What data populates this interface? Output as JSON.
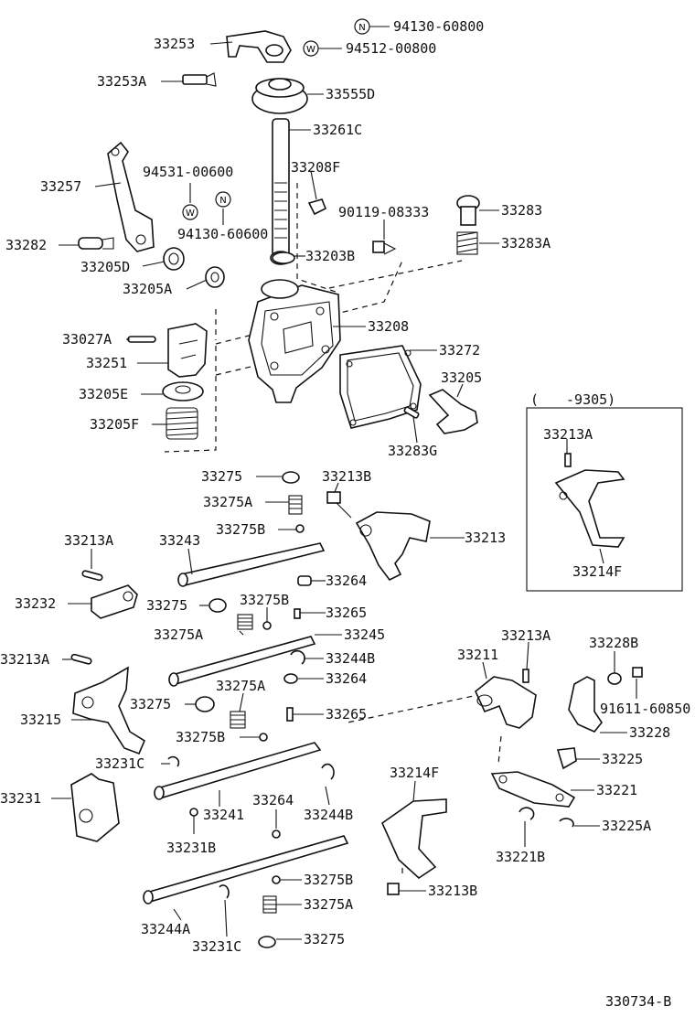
{
  "diagram": {
    "code": "330734-B",
    "period_note": "(　　-9305)",
    "labels": {
      "n94130_60800": "94130-60800",
      "n94512_00800": "94512-00800",
      "p33253": "33253",
      "p33253A": "33253A",
      "p33555D": "33555D",
      "p33261C": "33261C",
      "p33257": "33257",
      "n94531_00600": "94531-00600",
      "p33208F": "33208F",
      "n94130_60600": "94130-60600",
      "n90119_08333": "90119-08333",
      "p33283": "33283",
      "p33282": "33282",
      "p33283A": "33283A",
      "p33205D": "33205D",
      "p33203B": "33203B",
      "p33205A": "33205A",
      "p33027A": "33027A",
      "p33208": "33208",
      "p33251": "33251",
      "p33272": "33272",
      "p33205": "33205",
      "p33205E": "33205E",
      "p33205F": "33205F",
      "p33283G": "33283G",
      "p33213A_box": "33213A",
      "p33275_a": "33275",
      "p33213B_a": "33213B",
      "p33275A_a": "33275A",
      "p33275B_a": "33275B",
      "p33213": "33213",
      "p33213A_a": "33213A",
      "p33243": "33243",
      "p33214F_box": "33214F",
      "p33264_a": "33264",
      "p33232": "33232",
      "p33275_b": "33275",
      "p33275B_b": "33275B",
      "p33265_a": "33265",
      "p33275A_b": "33275A",
      "p33245": "33245",
      "p33213A_b": "33213A",
      "p33244B_a": "33244B",
      "p33211": "33211",
      "p33213A_c": "33213A",
      "p33228B": "33228B",
      "p33264_b": "33264",
      "p33275A_c": "33275A",
      "p33275_c": "33275",
      "n91611_60850": "91611-60850",
      "p33215": "33215",
      "p33265_b": "33265",
      "p33275B_c": "33275B",
      "p33228": "33228",
      "p33231C_a": "33231C",
      "p33225": "33225",
      "p33214F": "33214F",
      "p33264_c": "33264",
      "p33231": "33231",
      "p33241": "33241",
      "p33244B_b": "33244B",
      "p33221": "33221",
      "p33231B": "33231B",
      "p33225A": "33225A",
      "p33221B": "33221B",
      "p33275B_d": "33275B",
      "p33213B_b": "33213B",
      "p33275A_d": "33275A",
      "p33244A": "33244A",
      "p33275_d": "33275",
      "p33231C_b": "33231C"
    },
    "symbols": {
      "new_mark": "N",
      "washer_mark": "W"
    },
    "icons": [
      "circle-n-icon",
      "circle-w-icon"
    ]
  }
}
